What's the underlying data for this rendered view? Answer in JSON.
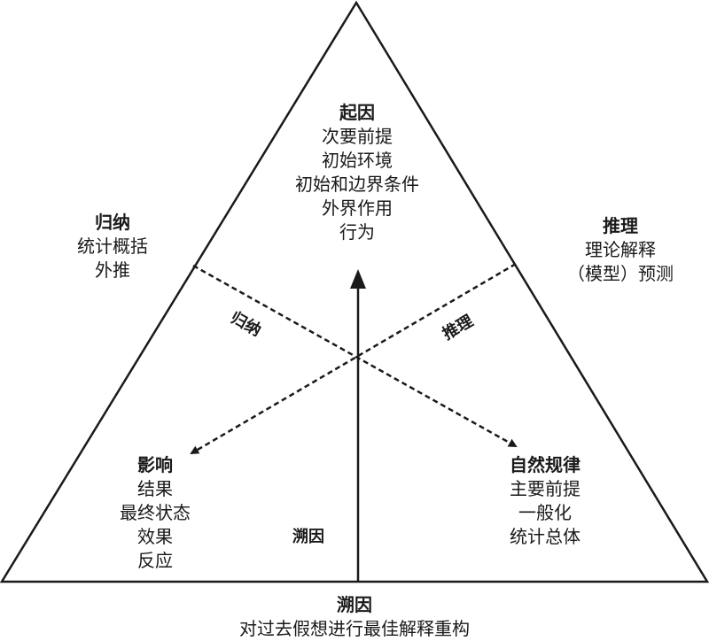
{
  "top": {
    "heading": "起因",
    "lines": [
      "次要前提",
      "初始环境",
      "初始和边界条件",
      "外界作用",
      "行为"
    ]
  },
  "left_upper": {
    "heading": "归纳",
    "lines": [
      "统计概括",
      "外推"
    ]
  },
  "right_upper": {
    "heading": "推理",
    "lines": [
      "理论解释",
      "（模型）预测"
    ]
  },
  "bottom_left": {
    "heading": "影响",
    "lines": [
      "结果",
      "最终状态",
      "效果",
      "反应"
    ]
  },
  "bottom_right": {
    "heading": "自然规律",
    "lines": [
      "主要前提",
      "一般化",
      "统计总体"
    ]
  },
  "inner": {
    "induction": "归纳",
    "deduction": "推理",
    "abduction": "溯因"
  },
  "base": {
    "heading": "溯因",
    "line": "对过去假想进行最佳解释重构"
  }
}
